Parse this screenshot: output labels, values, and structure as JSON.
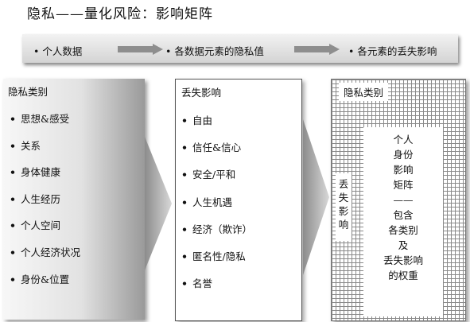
{
  "title": "隐私——量化风险：影响矩阵",
  "flow": {
    "steps": [
      "• 个人数据",
      "• 各数据元素的隐私值",
      "• 各元素的丢失影响"
    ]
  },
  "privacy_categories": {
    "heading": "隐私类别",
    "items": [
      "思想&感受",
      "关系",
      "身体健康",
      "人生经历",
      "个人空间",
      "个人经济状况",
      "身份&位置"
    ]
  },
  "loss_impacts": {
    "heading": "丢失影响",
    "items": [
      "自由",
      "信任&信心",
      "安全/平和",
      "人生机遇",
      "经济（欺诈）",
      "匿名性/隐私",
      "名誉"
    ]
  },
  "matrix": {
    "top_label": "隐私类别",
    "side_label": [
      "丢",
      "失",
      "影",
      "响"
    ],
    "center_lines": [
      "个人",
      "身份",
      "影响",
      "矩阵",
      "——",
      "包含",
      "各类别",
      "及",
      "丢失影响",
      "的权重"
    ]
  },
  "bullet_symbol": "•"
}
